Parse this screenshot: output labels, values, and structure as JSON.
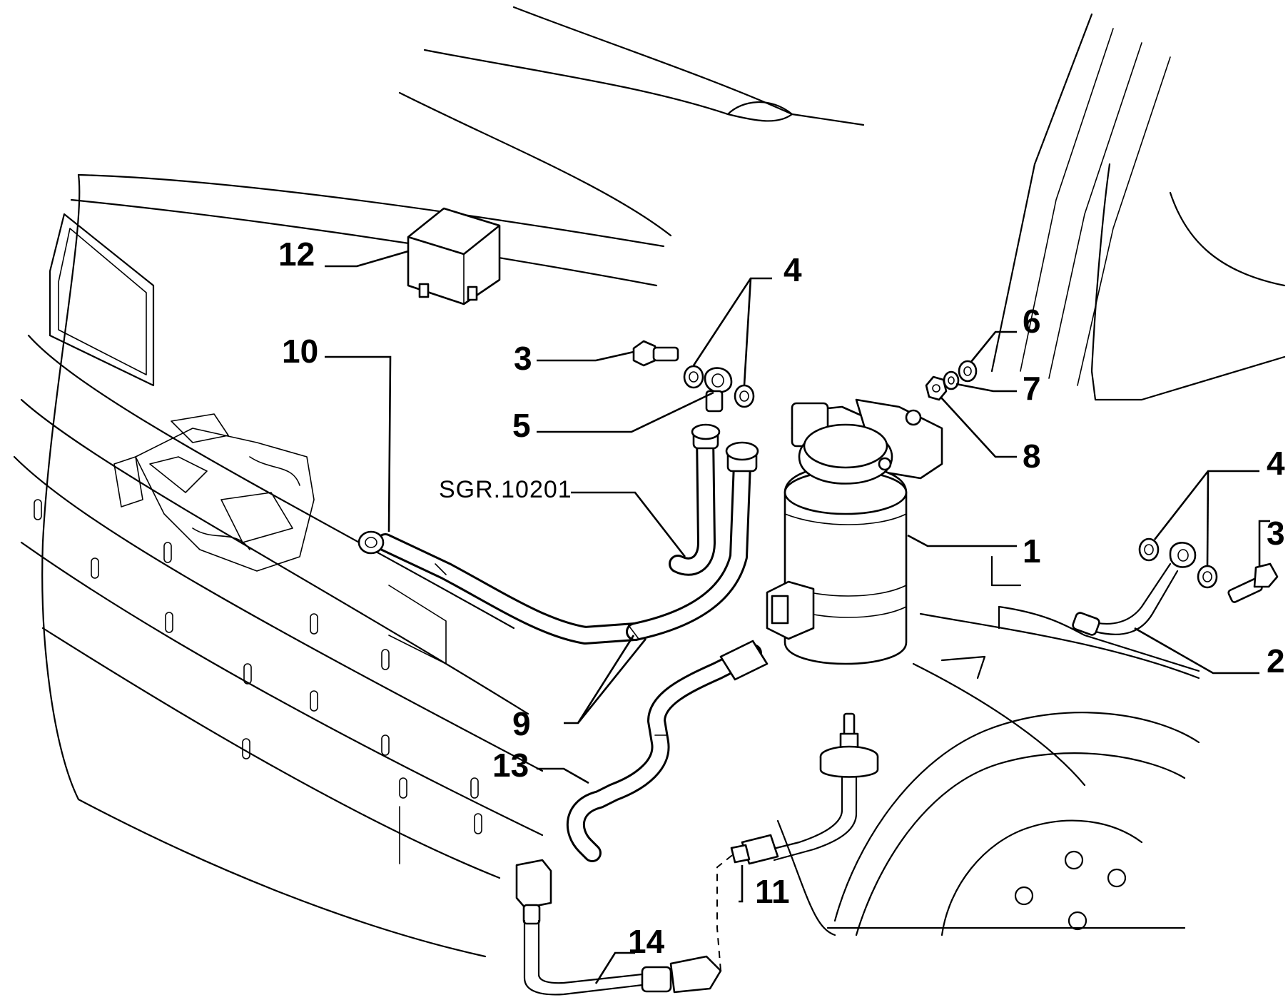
{
  "drawing_ref": "SGR.10201",
  "callouts": {
    "c1": "1",
    "c2": "2",
    "c3a": "3",
    "c3b": "3",
    "c4a": "4",
    "c4b": "4",
    "c5": "5",
    "c6": "6",
    "c7": "7",
    "c8": "8",
    "c9": "9",
    "c10": "10",
    "c11": "11",
    "c12": "12",
    "c13": "13",
    "c14": "14"
  }
}
